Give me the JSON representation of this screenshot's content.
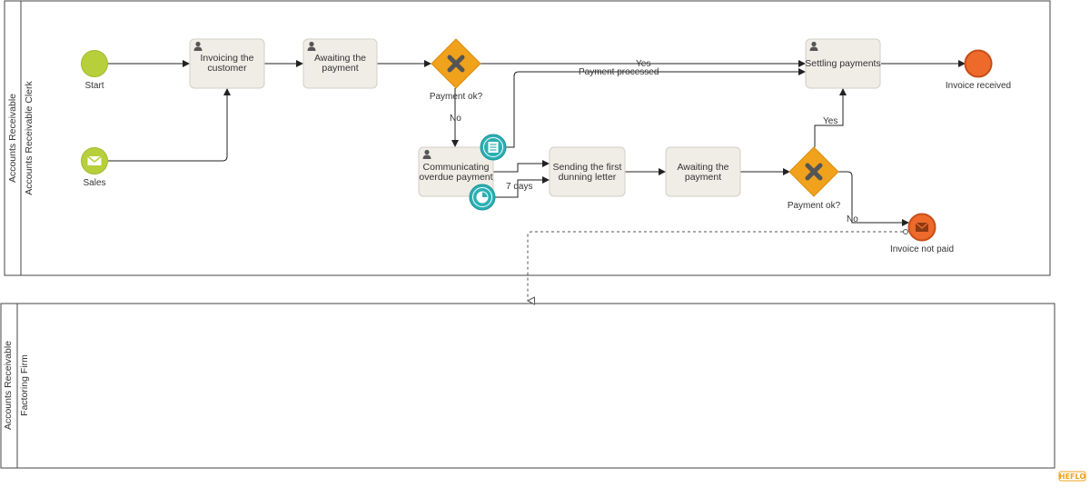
{
  "pools": [
    {
      "name": "Accounts Receivable",
      "lane": "Accounts Receivable Clerk"
    },
    {
      "name": "Accounts Receivable",
      "lane": "Factoring Firm"
    }
  ],
  "events": {
    "start": "Start",
    "sales": "Sales",
    "invoice_received": "Invoice received",
    "invoice_not_paid": "Invoice not paid"
  },
  "tasks": {
    "invoicing": [
      "Invoicing the",
      "customer"
    ],
    "awaiting1": [
      "Awaiting the",
      "payment"
    ],
    "communicating": [
      "Communicating",
      "overdue payment"
    ],
    "sending": [
      "Sending the first",
      "dunning letter"
    ],
    "awaiting2": [
      "Awaiting the",
      "payment"
    ],
    "settling": [
      "Settling payments"
    ]
  },
  "gateways": {
    "g1": "Payment ok?",
    "g2": "Payment ok?"
  },
  "flows": {
    "yes1": "Yes",
    "payment_processed": "Payment processed",
    "no1": "No",
    "seven_days": "7 days",
    "yes2": "Yes",
    "no2": "No"
  },
  "logo": "HEFLO",
  "colors": {
    "start": "#b7cf3a",
    "end": "#ee6a2b",
    "gateway": "#f0a21c",
    "boundary": "#2bb0b4"
  }
}
